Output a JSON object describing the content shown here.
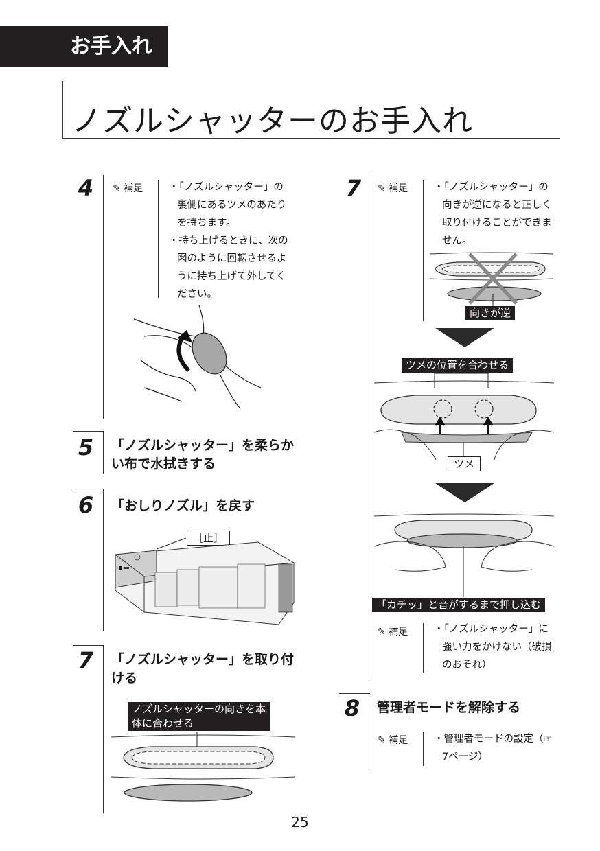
{
  "section_tab": "お手入れ",
  "page_title": "ノズルシャッターのお手入れ",
  "steps": {
    "s4": {
      "num": "4",
      "note_label": "補足",
      "note_lines": [
        "・「ノズルシャッター」の裏側にあるツメのあたりを持ちます。",
        "・持ち上げるときに、次の図のように回転させるように持ち上げて外してください。"
      ]
    },
    "s5": {
      "num": "5",
      "title": "「ノズルシャッター」を柔らかい布で水拭きする"
    },
    "s6": {
      "num": "6",
      "title": "「おしりノズル」を戻す",
      "callout": "［止］"
    },
    "s7a": {
      "num": "7",
      "title": "「ノズルシャッター」を取り付ける",
      "callout": "ノズルシャッターの向きを本体に合わせる"
    },
    "s7b": {
      "num": "7",
      "note_label": "補足",
      "note_lines": [
        "・「ノズルシャッター」の向きが逆になると正しく取り付けることができません。"
      ],
      "wrong_label": "向きが逆",
      "align_label": "ツメの位置を合わせる",
      "claw_label": "ツメ",
      "push_label": "「カチッ」と音がするまで押し込む",
      "note2_label": "補足",
      "note2_lines": [
        "・「ノズルシャッター」に強い力をかけない（破損のおそれ）"
      ]
    },
    "s8": {
      "num": "8",
      "title": "管理者モードを解除する",
      "note_label": "補足",
      "note_lines": [
        "・管理者モードの設定（☞7ページ）"
      ]
    }
  },
  "page_number": "25",
  "colors": {
    "tab_bg": "#231f20",
    "shutter_gray": "#b9b9b9",
    "arrow_dark": "#2a2a2a"
  }
}
